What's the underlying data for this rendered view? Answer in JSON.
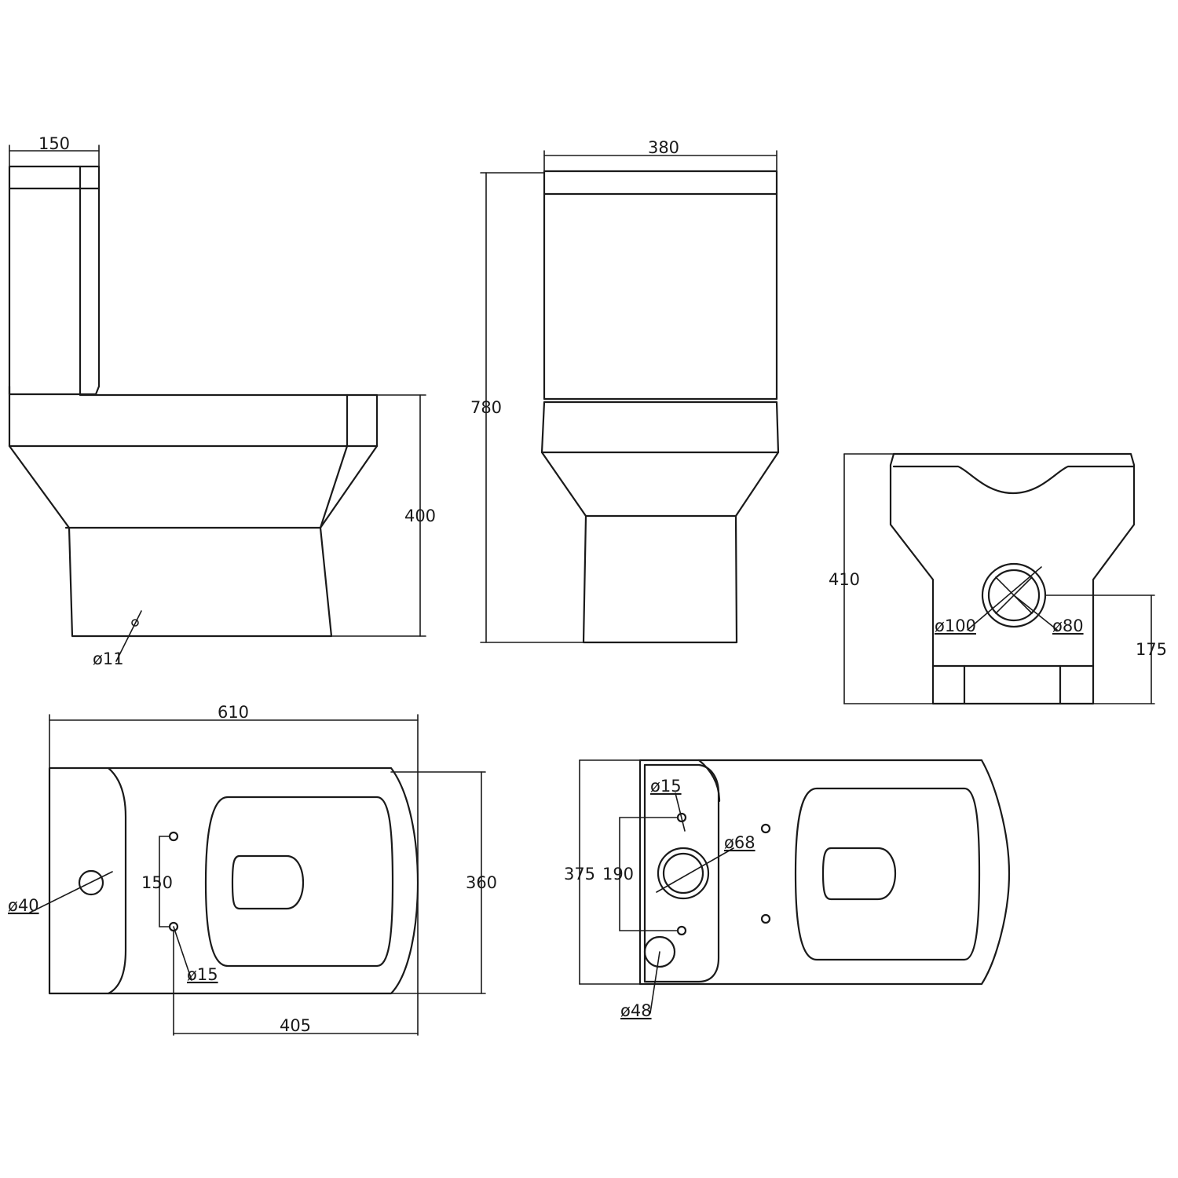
{
  "side_view": {
    "width_top": "150",
    "height": "400",
    "hole": "ø11"
  },
  "front_view": {
    "width": "380",
    "height": "780"
  },
  "rear_view": {
    "height": "410",
    "outlet_height": "175",
    "outlet_outer": "ø100",
    "outlet_inner": "ø80"
  },
  "top_view": {
    "length": "610",
    "width": "360",
    "bolt_spacing": "150",
    "bolt_offset": "405",
    "waste_hole": "ø40",
    "bolt_hole": "ø15"
  },
  "cistern_top_view": {
    "width": "375",
    "hole_spacing": "190",
    "inlet_hole": "ø15",
    "flush_hole": "ø68",
    "overflow_hole": "ø48"
  },
  "colors": {
    "line": "#1a1a1a",
    "background": "#ffffff"
  }
}
